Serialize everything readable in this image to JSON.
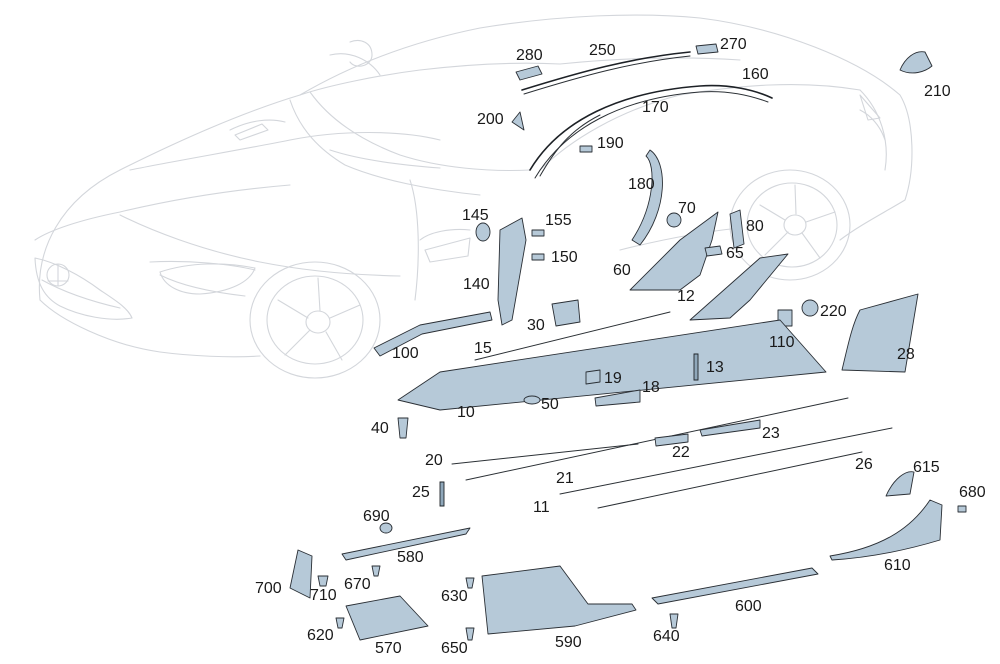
{
  "diagram": {
    "kind": "exploded parts diagram",
    "colors": {
      "line": "#d3d6db",
      "part": "#b6c9d8",
      "outline": "#1d2126",
      "label": "#1a1a1a"
    },
    "labels": {
      "l280": "280",
      "l250": "250",
      "l270": "270",
      "l160": "160",
      "l170": "170",
      "l210": "210",
      "l200": "200",
      "l190": "190",
      "l180": "180",
      "l145": "145",
      "l155": "155",
      "l150": "150",
      "l70": "70",
      "l80": "80",
      "l65": "65",
      "l60": "60",
      "l140": "140",
      "l12": "12",
      "l220": "220",
      "l30": "30",
      "l110": "110",
      "l100": "100",
      "l15": "15",
      "l28": "28",
      "l13": "13",
      "l19": "19",
      "l18": "18",
      "l50": "50",
      "l10": "10",
      "l40": "40",
      "l23": "23",
      "l22": "22",
      "l20": "20",
      "l21": "21",
      "l26": "26",
      "l615": "615",
      "l25": "25",
      "l680": "680",
      "l11": "11",
      "l690": "690",
      "l580": "580",
      "l610": "610",
      "l700": "700",
      "l670": "670",
      "l710": "710",
      "l630": "630",
      "l600": "600",
      "l620": "620",
      "l570": "570",
      "l650": "650",
      "l590": "590",
      "l640": "640"
    }
  }
}
